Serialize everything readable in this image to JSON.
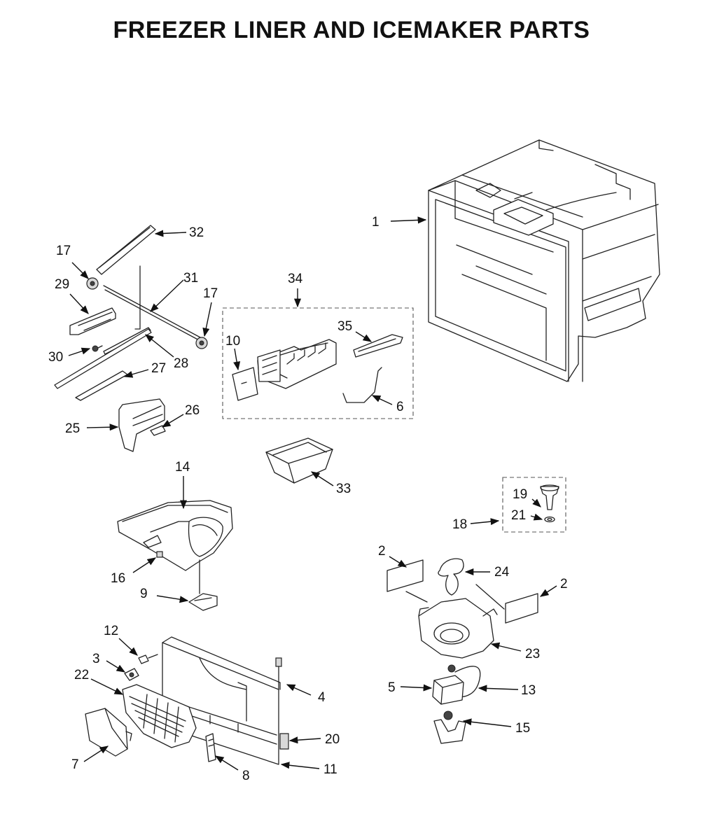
{
  "title": "FREEZER LINER AND ICEMAKER PARTS",
  "callouts": [
    {
      "id": "c1",
      "label": "1"
    },
    {
      "id": "c2a",
      "label": "2"
    },
    {
      "id": "c2b",
      "label": "2"
    },
    {
      "id": "c3",
      "label": "3"
    },
    {
      "id": "c4",
      "label": "4"
    },
    {
      "id": "c5",
      "label": "5"
    },
    {
      "id": "c6",
      "label": "6"
    },
    {
      "id": "c7",
      "label": "7"
    },
    {
      "id": "c8",
      "label": "8"
    },
    {
      "id": "c9",
      "label": "9"
    },
    {
      "id": "c10",
      "label": "10"
    },
    {
      "id": "c11",
      "label": "11"
    },
    {
      "id": "c12",
      "label": "12"
    },
    {
      "id": "c13",
      "label": "13"
    },
    {
      "id": "c14",
      "label": "14"
    },
    {
      "id": "c15",
      "label": "15"
    },
    {
      "id": "c16",
      "label": "16"
    },
    {
      "id": "c17a",
      "label": "17"
    },
    {
      "id": "c17b",
      "label": "17"
    },
    {
      "id": "c18",
      "label": "18"
    },
    {
      "id": "c19",
      "label": "19"
    },
    {
      "id": "c20",
      "label": "20"
    },
    {
      "id": "c21",
      "label": "21"
    },
    {
      "id": "c22",
      "label": "22"
    },
    {
      "id": "c23",
      "label": "23"
    },
    {
      "id": "c24",
      "label": "24"
    },
    {
      "id": "c25",
      "label": "25"
    },
    {
      "id": "c26",
      "label": "26"
    },
    {
      "id": "c27",
      "label": "27"
    },
    {
      "id": "c28",
      "label": "28"
    },
    {
      "id": "c29",
      "label": "29"
    },
    {
      "id": "c30",
      "label": "30"
    },
    {
      "id": "c31",
      "label": "31"
    },
    {
      "id": "c32",
      "label": "32"
    },
    {
      "id": "c33",
      "label": "33"
    },
    {
      "id": "c34",
      "label": "34"
    },
    {
      "id": "c35",
      "label": "35"
    }
  ]
}
